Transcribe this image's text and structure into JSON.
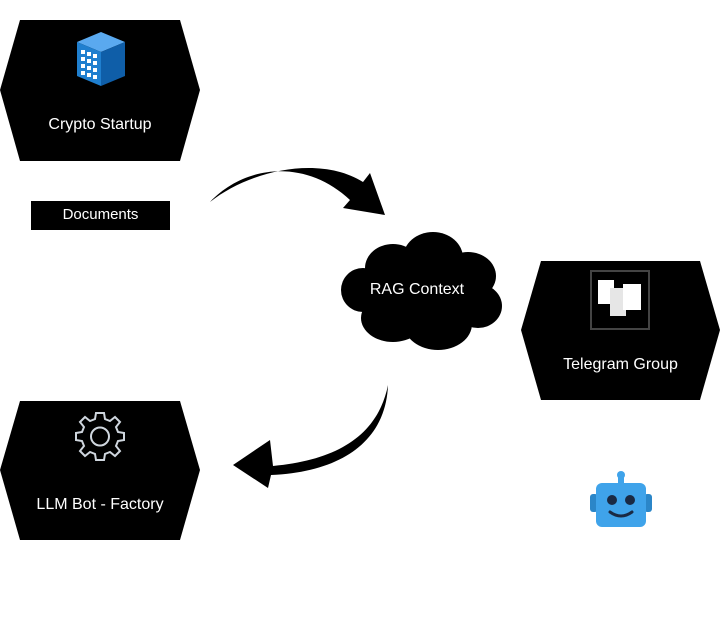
{
  "nodes": {
    "crypto_startup": {
      "label": "Crypto Startup",
      "icon": "office-building-icon"
    },
    "documents": {
      "label": "Documents"
    },
    "rag_context": {
      "label": "RAG Context",
      "shape": "cloud"
    },
    "telegram_group": {
      "label": "Telegram Group",
      "icon": "document-pages-icon"
    },
    "llm_bot_factory": {
      "label": "LLM Bot - Factory",
      "icon": "gear-icon"
    },
    "bot_avatar": {
      "icon": "robot-face-icon"
    }
  },
  "edges": [
    {
      "from": "documents",
      "to": "rag_context",
      "style": "curved-arrow"
    },
    {
      "from": "rag_context",
      "to": "llm_bot_factory",
      "style": "curved-arrow"
    }
  ],
  "colors": {
    "node_fill": "#000000",
    "node_text": "#ffffff",
    "building_blue": "#1f7fcf",
    "robot_blue": "#3fa3ea"
  }
}
